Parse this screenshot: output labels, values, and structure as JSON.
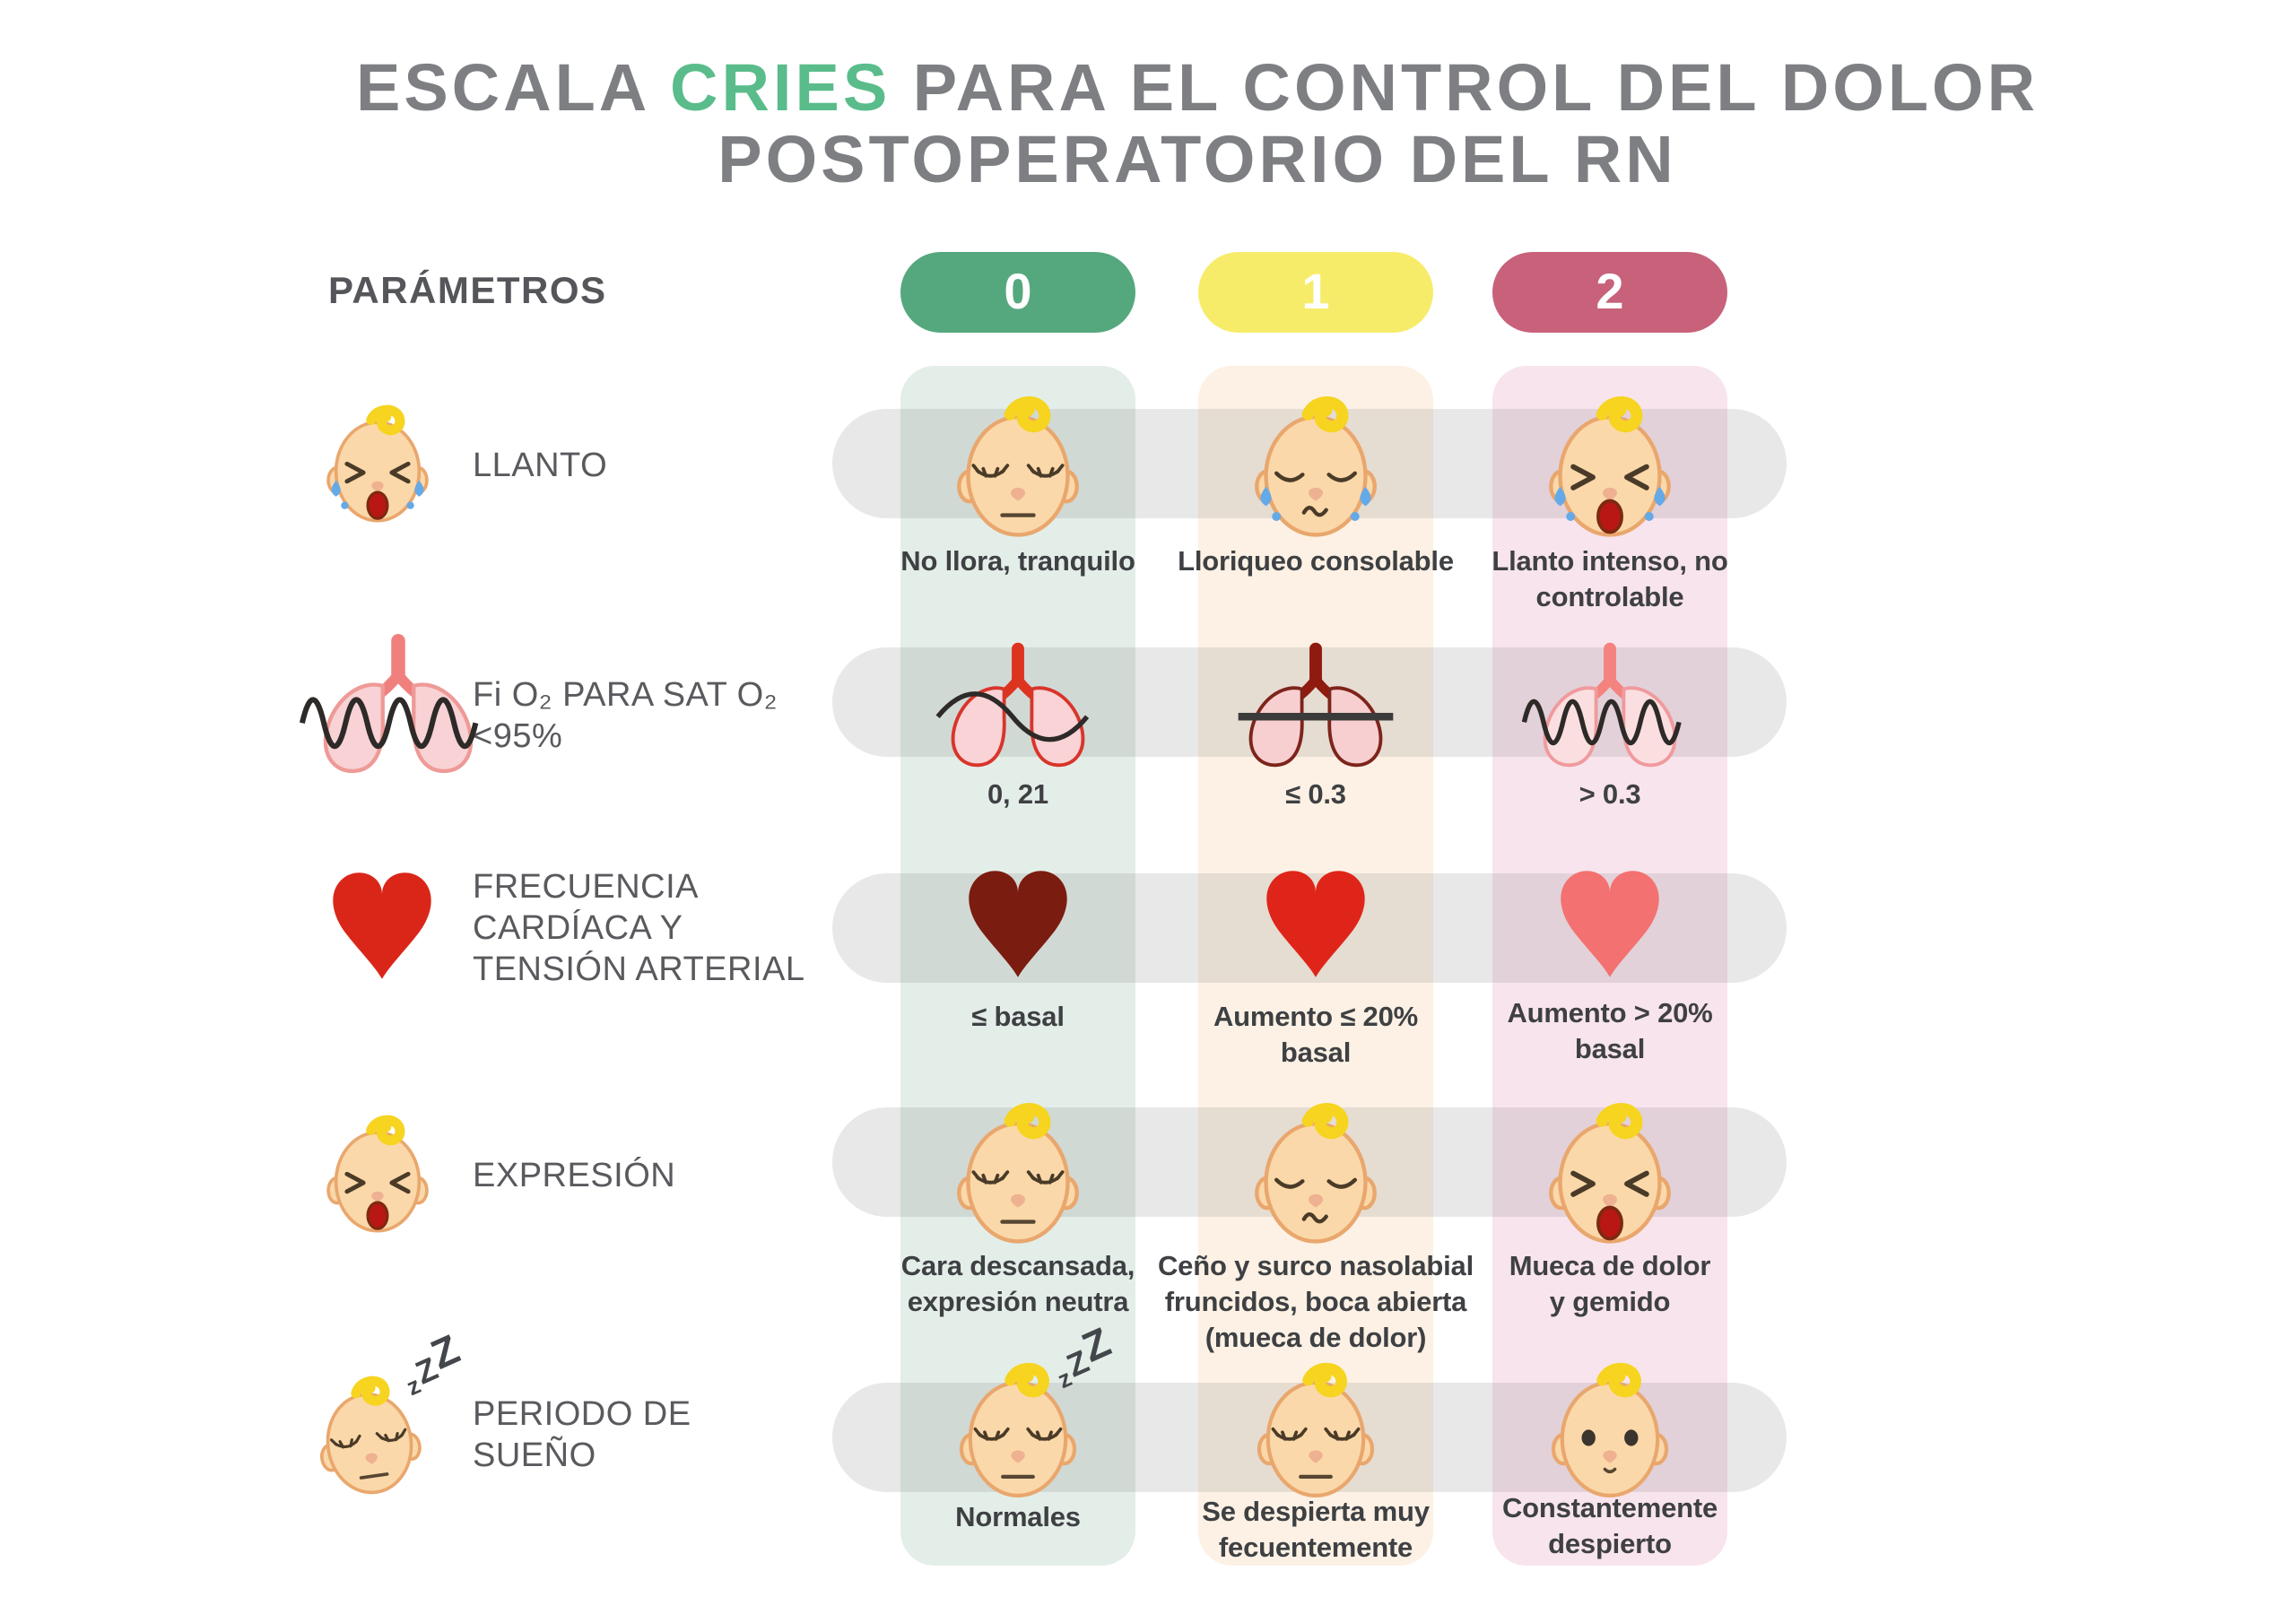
{
  "title": {
    "line1_pre": "ESCALA ",
    "line1_highlight": "CRIES",
    "line1_post": " PARA EL CONTROL DEL DOLOR",
    "line2": "POSTOPERATORIO DEL RN",
    "highlight_color": "#5abc8b",
    "text_color": "#7d7f83"
  },
  "header": {
    "parameters_label": "PARÁMETROS",
    "scores": [
      {
        "value": "0",
        "color": "#55a87e"
      },
      {
        "value": "1",
        "color": "#f7ec6a"
      },
      {
        "value": "2",
        "color": "#c8617a"
      }
    ],
    "column_band_colors": [
      "#e4eee8",
      "#fcf1e4",
      "#f8e4ed"
    ]
  },
  "rows": [
    {
      "label": "LLANTO",
      "icon": "crying-baby-icon",
      "cells": [
        {
          "icon": "calm-baby-icon",
          "text": "No llora, tranquilo"
        },
        {
          "icon": "whimpering-baby-icon",
          "text": "Lloriqueo consolable"
        },
        {
          "icon": "crying-baby-icon",
          "text": "Llanto intenso, no\ncontrolable"
        }
      ]
    },
    {
      "label": "Fi O₂ PARA SAT O₂\n<95%",
      "icon": "lungs-wave-icon",
      "cells": [
        {
          "icon": "lungs-gentle-wave-icon",
          "text": "0, 21"
        },
        {
          "icon": "lungs-flatline-icon",
          "text": "≤ 0.3"
        },
        {
          "icon": "lungs-dense-wave-icon",
          "text": "> 0.3"
        }
      ]
    },
    {
      "label": "FRECUENCIA\nCARDÍACA Y\nTENSIÓN ARTERIAL",
      "icon": "red-heart-icon",
      "cells": [
        {
          "icon": "dark-heart-icon",
          "text": "≤ basal"
        },
        {
          "icon": "red-heart-icon",
          "text": "Aumento ≤ 20%\nbasal"
        },
        {
          "icon": "pink-heart-icon",
          "text": "Aumento > 20%\nbasal"
        }
      ]
    },
    {
      "label": "EXPRESIÓN",
      "icon": "grimacing-baby-icon",
      "cells": [
        {
          "icon": "calm-baby-icon",
          "text": "Cara descansada,\nexpresión neutra"
        },
        {
          "icon": "frowning-baby-icon",
          "text": "Ceño y surco nasolabial\nfruncidos, boca abierta\n(mueca de dolor)"
        },
        {
          "icon": "grimacing-baby-icon",
          "text": "Mueca de dolor\ny gemido"
        }
      ]
    },
    {
      "label": "PERIODO DE\nSUEÑO",
      "icon": "sleeping-baby-icon",
      "zzz": [
        "z",
        "Z",
        "Z"
      ],
      "cells": [
        {
          "icon": "sleeping-baby-icon",
          "text": "Normales"
        },
        {
          "icon": "calm-baby-icon",
          "text": "Se despierta muy\nfecuentemente"
        },
        {
          "icon": "awake-baby-icon",
          "text": "Constantemente\ndespierto"
        }
      ]
    }
  ]
}
